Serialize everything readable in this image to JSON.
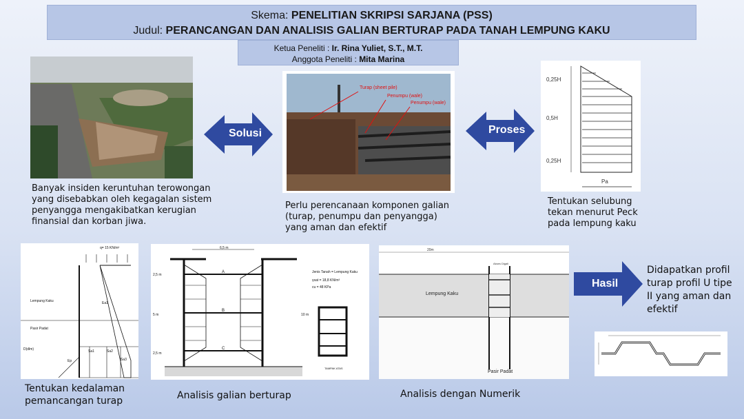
{
  "header": {
    "skema_prefix": "Skema: ",
    "skema_value": "PENELITIAN SKRIPSI SARJANA (PSS)",
    "judul_prefix": "Judul: ",
    "judul_value": "PERANCANGAN DAN ANALISIS GALIAN BERTURAP PADA TANAH LEMPUNG KAKU"
  },
  "team": {
    "ketua_label": "Ketua Peneliti : ",
    "ketua_name": "Ir. Rina Yuliet, S.T., M.T.",
    "anggota_label": "Anggota Peneliti : ",
    "anggota_name": "Mita Marina"
  },
  "arrows": {
    "solusi": "Solusi",
    "proses": "Proses",
    "hasil": "Hasil"
  },
  "captions": {
    "problem": "Banyak insiden keruntuhan terowongan yang disebabkan oleh kegagalan sistem penyangga mengakibatkan kerugian finansial dan korban jiwa.",
    "solution": "Perlu perencanaan komponen galian (turap, penumpu dan penyangga) yang aman dan efektif",
    "process": "Tentukan selubung tekan menurut Peck pada lempung kaku",
    "depth": "Tentukan kedalaman pemancangan turap",
    "analysis": "Analisis galian berturap",
    "numeric": "Analisis dengan Numerik",
    "result": "Didapatkan profil turap profil U tipe II yang aman dan efektif"
  },
  "photo_labels": {
    "turap": "Turap (sheet pile)",
    "penumpu1": "Penumpu (wale)",
    "penumpu2": "Penumpu (wale)"
  },
  "peck_labels": {
    "top": "0,25H",
    "mid": "0,5H",
    "bottom": "0,25H",
    "pa": "Pa"
  },
  "depth_labels": {
    "load": "q= 15 KN/m²",
    "soil1": "Lempung Kaku",
    "soil2": "Pasir Padat",
    "dsp": "D(dlm)",
    "ea1": "Ea1",
    "ep": "Ep",
    "sa1": "Sa1",
    "sa2": "Sa2",
    "sa3": "Sa3"
  },
  "analysis_labels": {
    "width": "6,5 m",
    "h1": "2,5 m",
    "h2": "5 m",
    "h3": "2,5 m",
    "total": "10 m",
    "a": "A",
    "b": "B",
    "c": "C",
    "soil_title": "Jenis Tanah = Lempung Kaku",
    "gamma": "γsat = 18,8 KN/m³",
    "cu": "cu = 48 KPa",
    "plan": "TAMPAK ATAS"
  },
  "numeric_labels": {
    "clay": "Lempung Kaku",
    "sand": "Pasir Padat",
    "w20": "20m",
    "axis": "Akses Digali"
  }
}
